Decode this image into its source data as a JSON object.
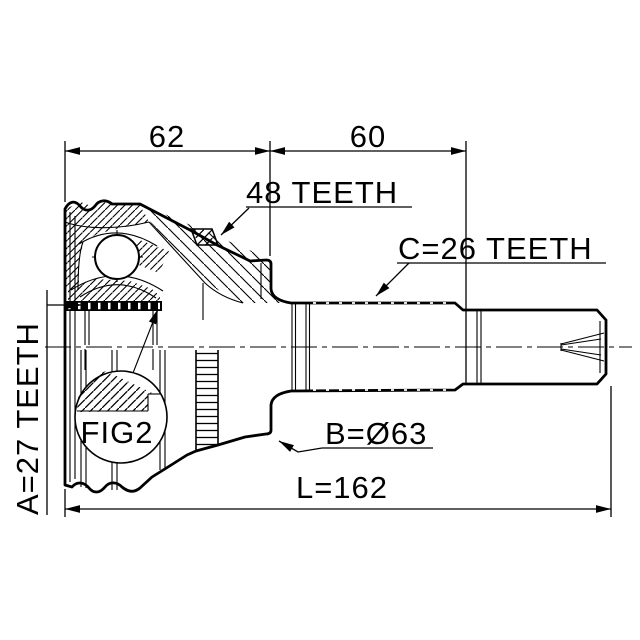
{
  "drawing": {
    "figure_label": "FIG2",
    "dimensions": {
      "top_left": "62",
      "top_right": "60",
      "length": "L=162",
      "outer_diameter": "B=Ø63"
    },
    "teeth": {
      "abs_ring": "48 TEETH",
      "outer_spline": "C=26 TEETH",
      "inner_spline": "A=27 TEETH"
    },
    "colors": {
      "line": "#000000",
      "background": "#ffffff"
    }
  }
}
